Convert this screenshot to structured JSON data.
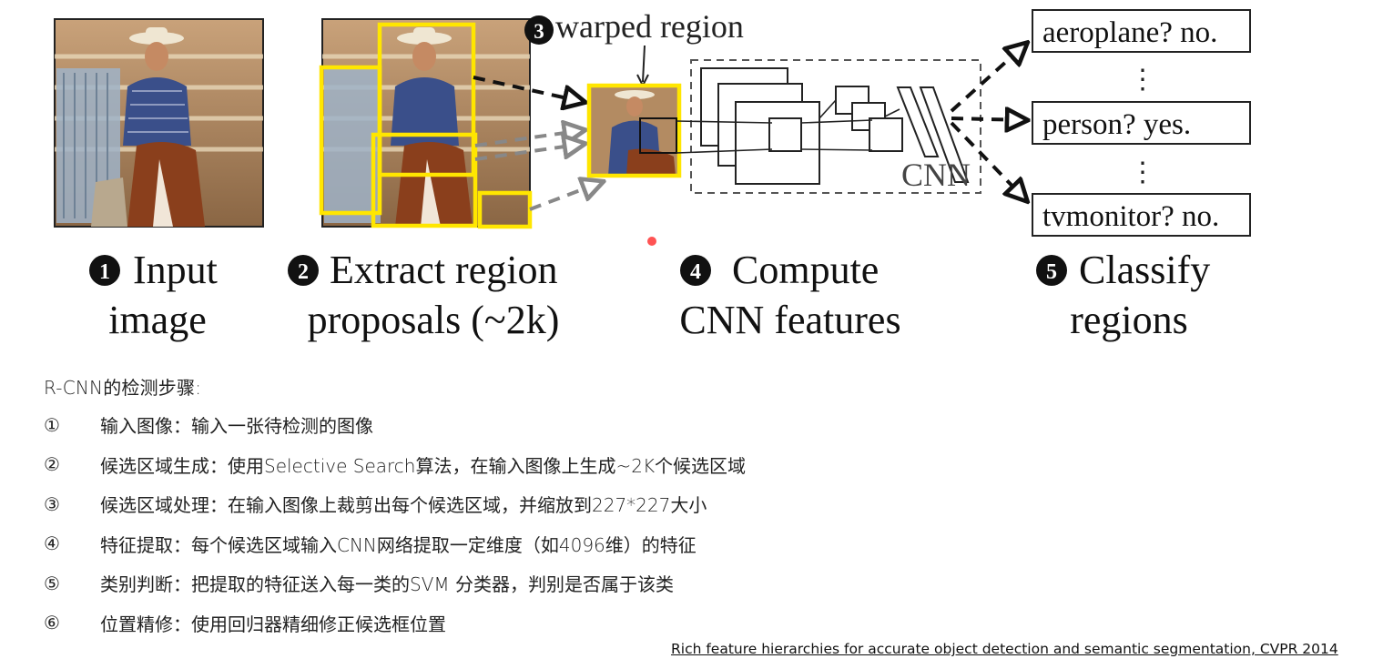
{
  "diagram": {
    "label_warped": "warped region",
    "label_warped_num": "3",
    "cnn_label": "CNN",
    "stages": [
      {
        "num": "1",
        "line1": "Input",
        "line2": "image"
      },
      {
        "num": "2",
        "line1": "Extract region",
        "line2": "proposals (~2k)"
      },
      {
        "num": "4",
        "line1": "Compute",
        "line2": "CNN features"
      },
      {
        "num": "5",
        "line1": "Classify",
        "line2": "regions"
      }
    ],
    "classes": [
      "aeroplane? no.",
      "person? yes.",
      "tvmonitor? no."
    ],
    "dots": "⋮",
    "colors": {
      "proposal_box": "#ffe600",
      "arrow": "#111111",
      "arrow_gray": "#888888"
    }
  },
  "steps": {
    "title": "R-CNN的检测步骤:",
    "items": [
      {
        "num": "①",
        "text": "输入图像：输入一张待检测的图像"
      },
      {
        "num": "②",
        "text": "候选区域生成：使用Selective Search算法，在输入图像上生成~2K个候选区域"
      },
      {
        "num": "③",
        "text": "候选区域处理：在输入图像上裁剪出每个候选区域，并缩放到227*227大小"
      },
      {
        "num": "④",
        "text": "特征提取：每个候选区域输入CNN网络提取一定维度（如4096维）的特征"
      },
      {
        "num": "⑤",
        "text": "类别判断：把提取的特征送入每一类的SVM 分类器，判别是否属于该类"
      },
      {
        "num": "⑥",
        "text": "位置精修：使用回归器精细修正候选框位置"
      }
    ]
  },
  "reference": "Rich feature hierarchies for accurate object detection and semantic segmentation, CVPR 2014"
}
